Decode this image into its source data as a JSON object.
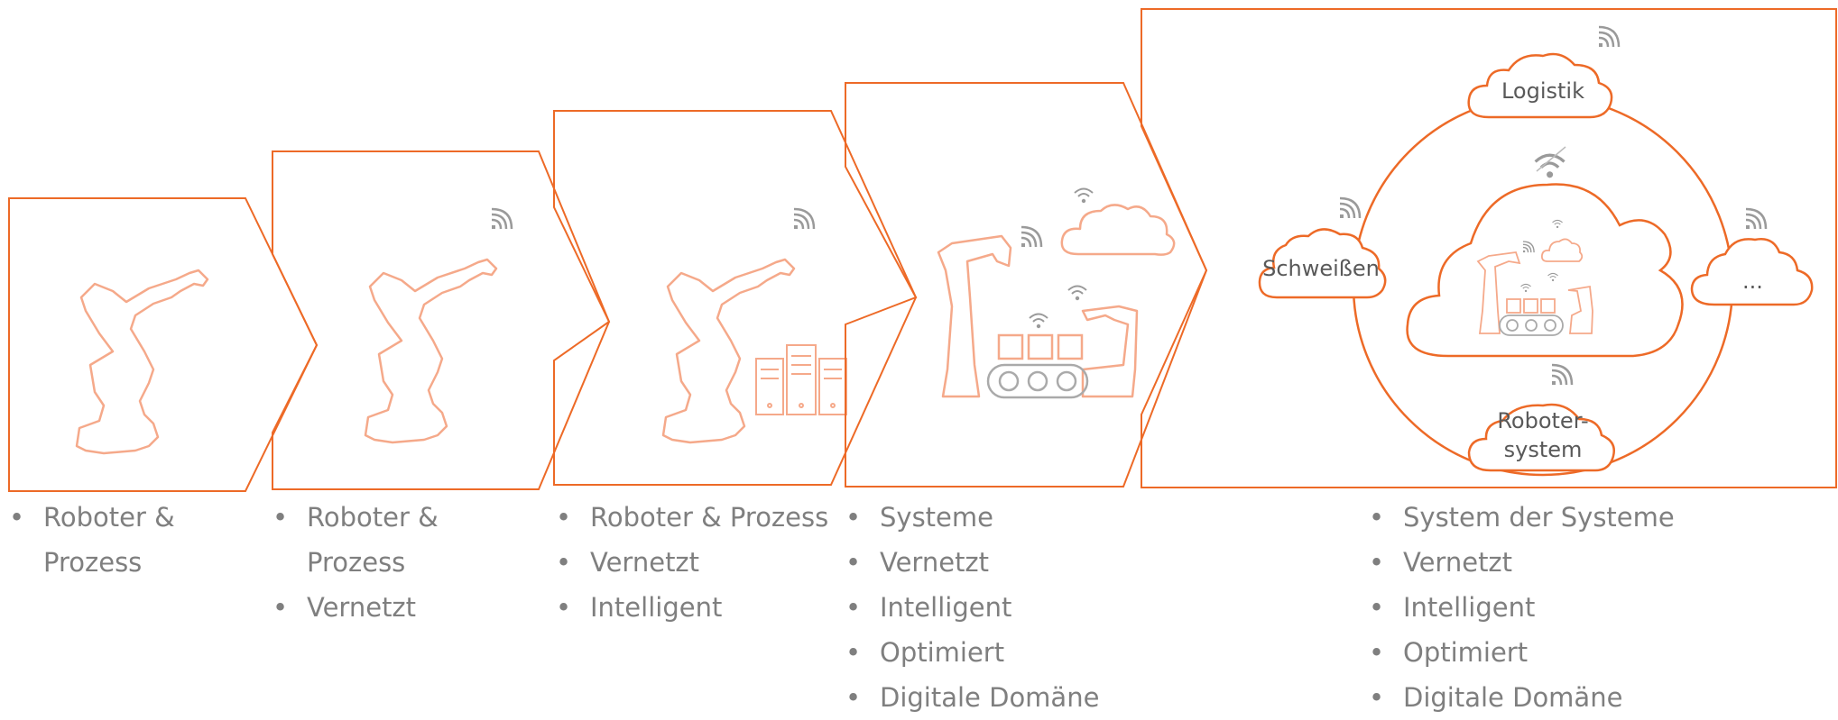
{
  "colors": {
    "accent": "#ED6A27",
    "faded_accent": "#F5A98A",
    "text": "#7f7f7f",
    "icon_gray": "#9a9a9a"
  },
  "stages": [
    {
      "bullets": [
        "Roboter & Prozess"
      ]
    },
    {
      "bullets": [
        "Roboter & Prozess",
        "Vernetzt"
      ]
    },
    {
      "bullets": [
        "Roboter & Prozess",
        "Vernetzt",
        "Intelligent"
      ]
    },
    {
      "bullets": [
        "Systeme",
        "Vernetzt",
        "Intelligent",
        "Optimiert",
        "Digitale Domäne"
      ]
    },
    {
      "bullets": [
        "System der Systeme",
        "Vernetzt",
        "Intelligent",
        "Optimiert",
        "Digitale Domäne"
      ]
    }
  ],
  "ecosystem": {
    "top_cloud": "Logistik",
    "left_cloud": "Schweißen",
    "right_cloud": "...",
    "bottom_cloud_line1": "Roboter-",
    "bottom_cloud_line2": "system"
  },
  "icons": [
    "robot-arm-icon",
    "wifi-icon",
    "server-rack-icon",
    "cloud-icon",
    "conveyor-belt-icon"
  ]
}
